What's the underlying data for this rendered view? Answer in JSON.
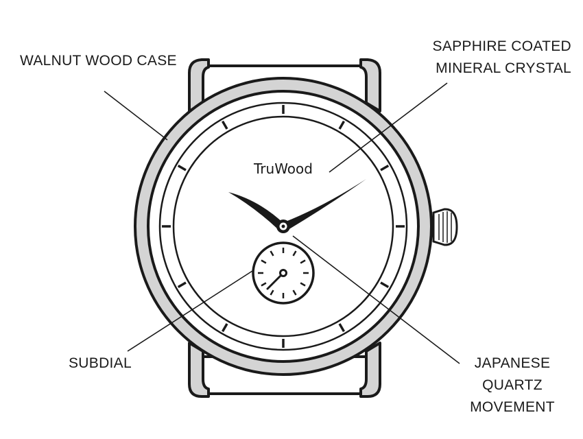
{
  "diagram": {
    "brand": "TruWood",
    "callouts": {
      "walnut_case": [
        "WALNUT WOOD CASE"
      ],
      "crystal": [
        "SAPPHIRE COATED",
        "MINERAL CRYSTAL"
      ],
      "subdial": [
        "SUBDIAL"
      ],
      "movement": [
        "JAPANESE",
        "QUARTZ",
        "MOVEMENT"
      ]
    },
    "colors": {
      "outline": "#1a1a1a",
      "case_fill": "#d4d4d4",
      "dial_fill": "#ffffff"
    }
  }
}
